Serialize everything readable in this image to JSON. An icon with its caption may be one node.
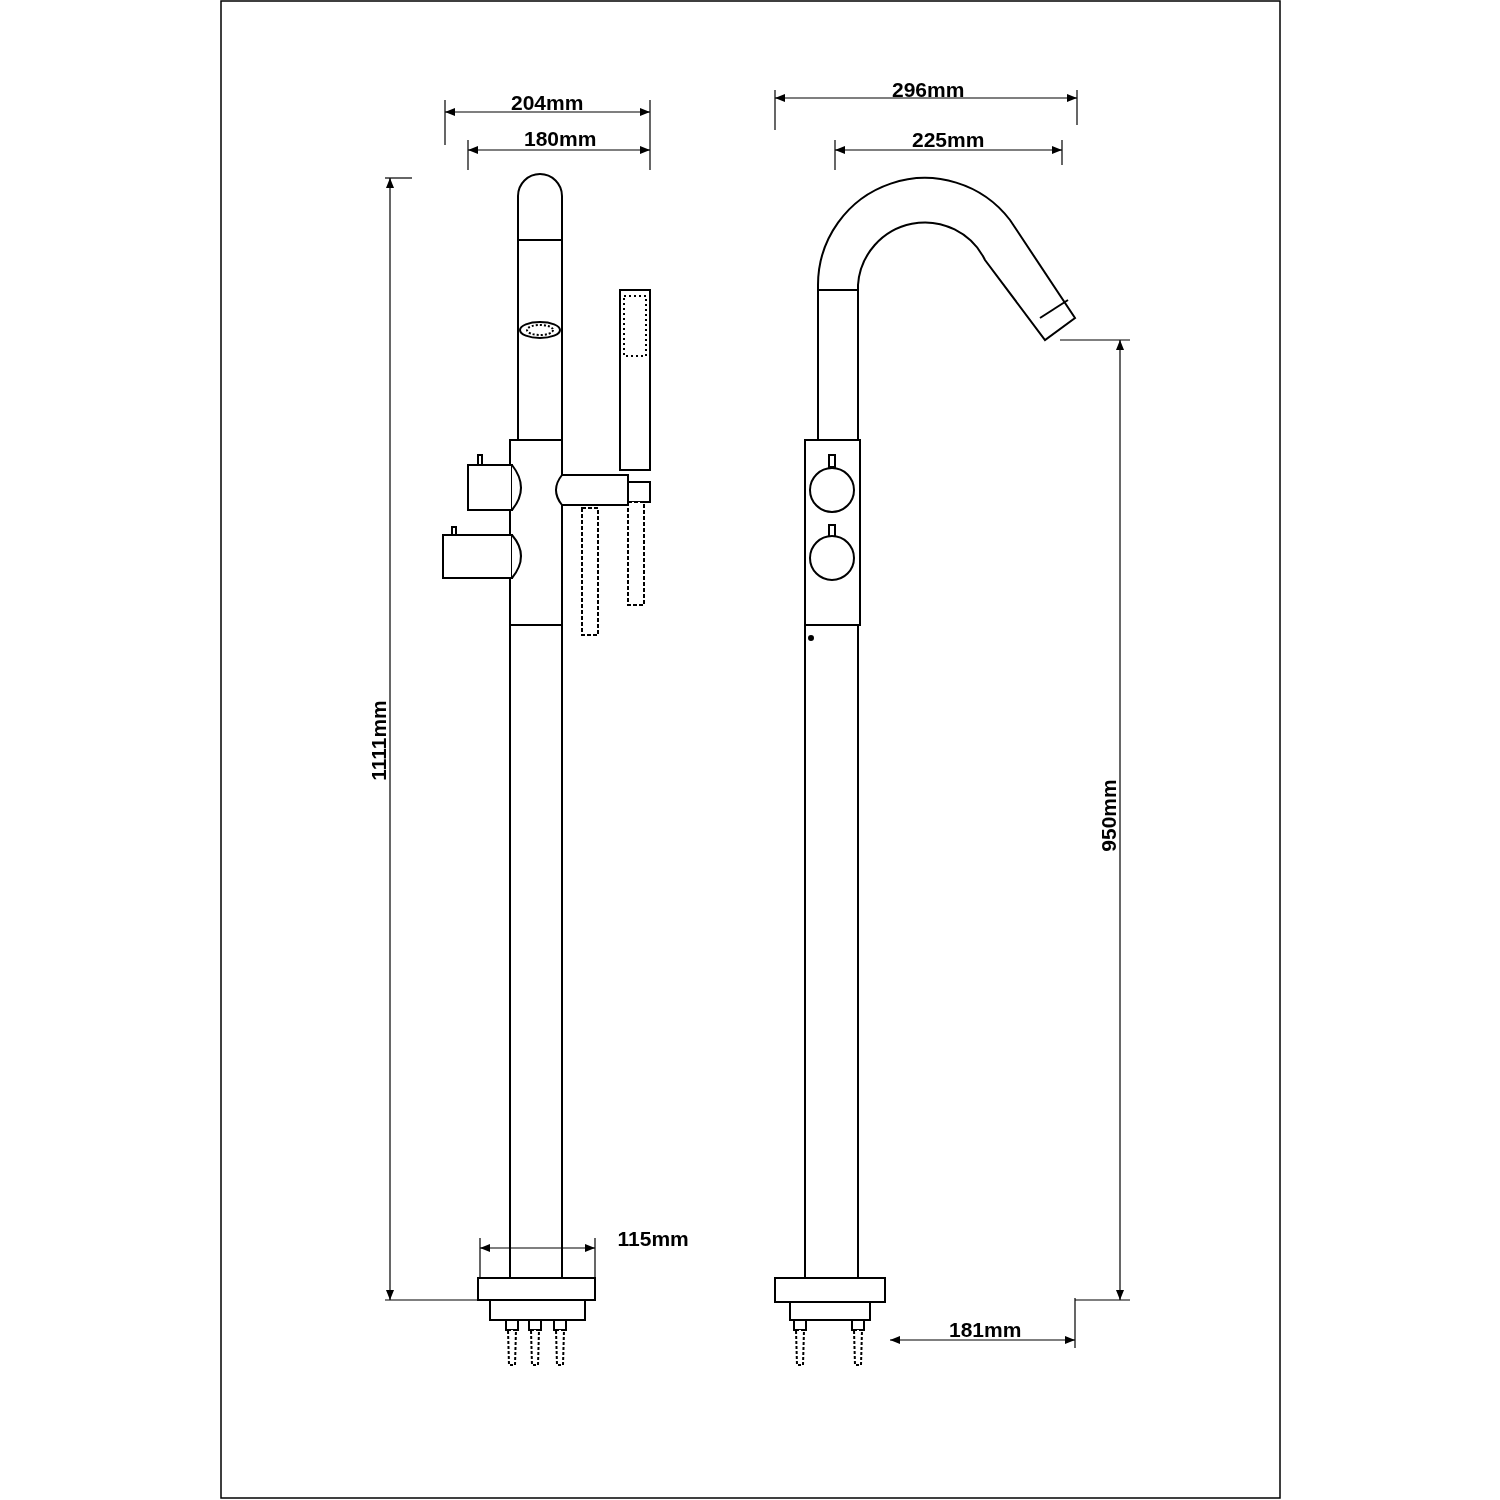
{
  "diagram": {
    "labels": [
      "204mm",
      "180mm",
      "296mm",
      "225mm",
      "1111mm",
      "950mm",
      "115mm",
      "181mm"
    ]
  }
}
